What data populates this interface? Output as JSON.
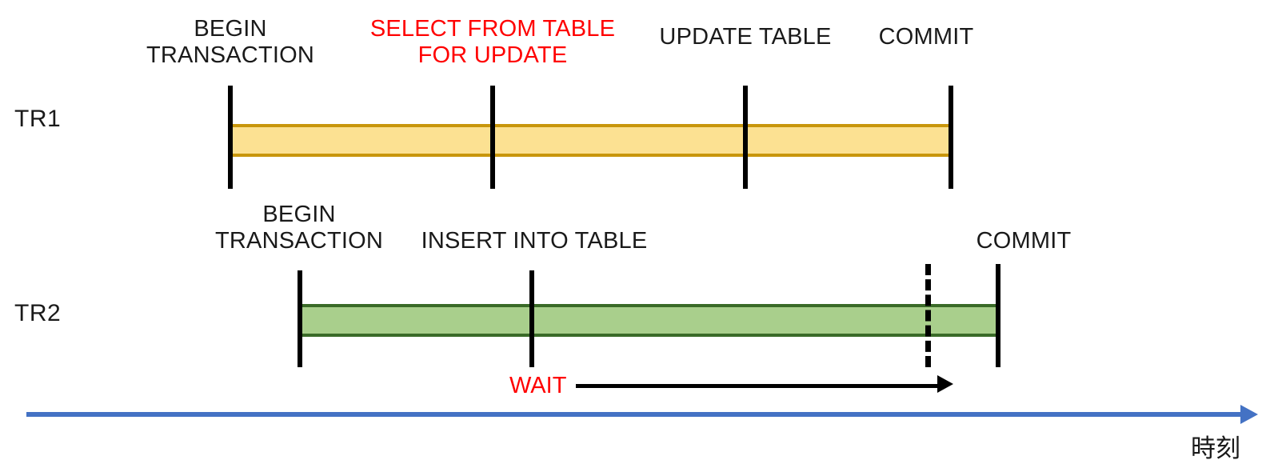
{
  "diagram": {
    "title_axis_label": "時刻",
    "axis_color": "#4472C4",
    "highlight_color": "#FF0000",
    "rows": [
      {
        "name": "TR1",
        "bar_color": "#FCE192",
        "bar_border_color": "#C8960C",
        "events": [
          {
            "label": "BEGIN\nTRANSACTION",
            "emphasis": false
          },
          {
            "label": "SELECT FROM TABLE\nFOR UPDATE",
            "emphasis": true
          },
          {
            "label": "UPDATE TABLE",
            "emphasis": false
          },
          {
            "label": "COMMIT",
            "emphasis": false
          }
        ]
      },
      {
        "name": "TR2",
        "bar_color": "#A9CF8C",
        "bar_border_color": "#3A6B28",
        "events": [
          {
            "label": "BEGIN\nTRANSACTION",
            "emphasis": false
          },
          {
            "label": "INSERT INTO TABLE",
            "emphasis": false
          },
          {
            "label": "COMMIT",
            "emphasis": false
          }
        ]
      }
    ],
    "annotation": {
      "wait_label": "WAIT"
    }
  }
}
